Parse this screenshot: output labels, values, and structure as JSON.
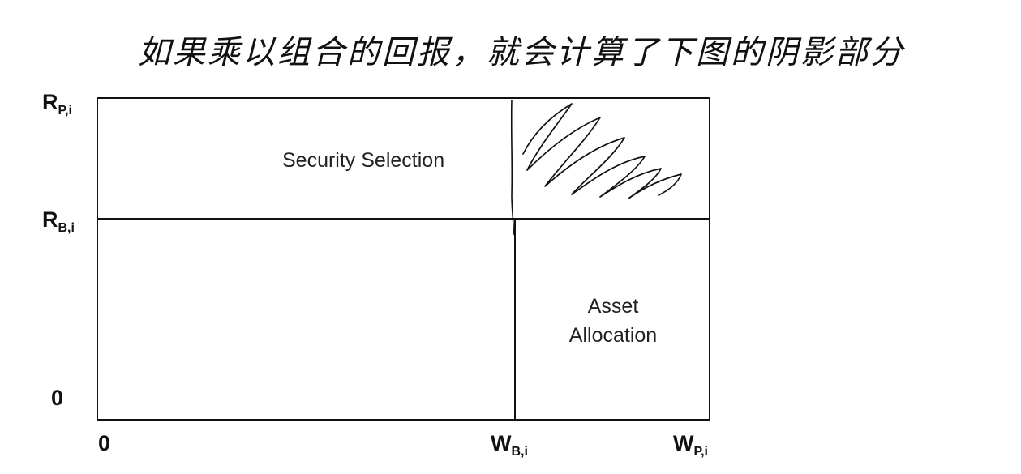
{
  "note": "如果乘以组合的回报，就会计算了下图的阴影部分",
  "y_axis": {
    "top": {
      "main": "R",
      "sub": "P,i"
    },
    "mid": {
      "main": "R",
      "sub": "B,i"
    },
    "zero": "0"
  },
  "x_axis": {
    "zero": "0",
    "mid": {
      "main": "W",
      "sub": "B,i"
    },
    "right": {
      "main": "W",
      "sub": "P,i"
    }
  },
  "regions": {
    "security_selection": "Security Selection",
    "asset_allocation_line1": "Asset",
    "asset_allocation_line2": "Allocation"
  }
}
